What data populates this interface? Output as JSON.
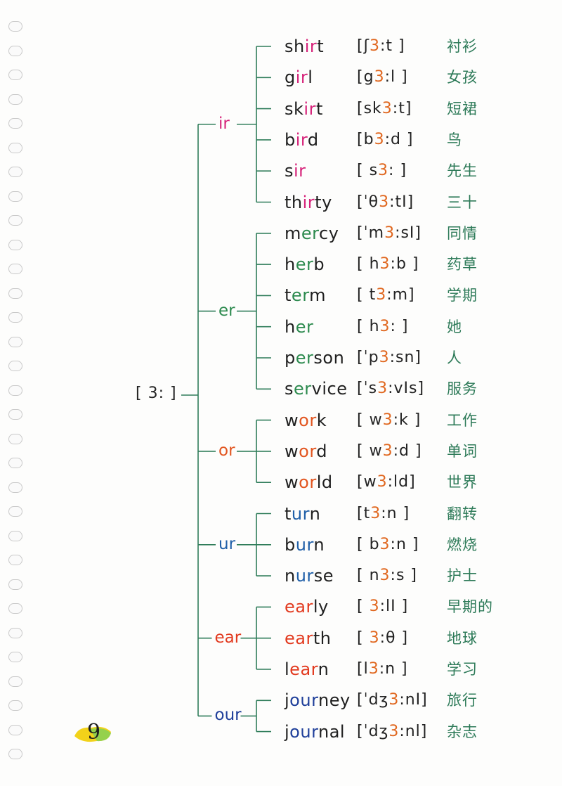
{
  "root_label": "[ 3: ]",
  "groups": [
    {
      "label": "ir",
      "color": "#d6237a",
      "rows": [
        {
          "pre": "sh",
          "hl": "ir",
          "post": "t",
          "ph": "[ʃ3:t ]",
          "cn": "衬衫"
        },
        {
          "pre": "g",
          "hl": "ir",
          "post": "l",
          "ph": "[g3:l ]",
          "cn": "女孩"
        },
        {
          "pre": "sk",
          "hl": "ir",
          "post": "t",
          "ph": "[sk3:t]",
          "cn": "短裙"
        },
        {
          "pre": "b",
          "hl": "ir",
          "post": "d",
          "ph": "[b3:d ]",
          "cn": "鸟"
        },
        {
          "pre": "s",
          "hl": "ir",
          "post": "",
          "ph": "[ s3: ]",
          "cn": "先生"
        },
        {
          "pre": "th",
          "hl": "ir",
          "post": "ty",
          "ph": "[ˈθ3:tI]",
          "cn": "三十"
        }
      ]
    },
    {
      "label": "er",
      "color": "#2c8a4e",
      "rows": [
        {
          "pre": "m",
          "hl": "er",
          "post": "cy",
          "ph": "[ˈm3:sI]",
          "cn": "同情"
        },
        {
          "pre": "h",
          "hl": "er",
          "post": "b",
          "ph": "[ h3:b ]",
          "cn": "药草"
        },
        {
          "pre": "t",
          "hl": "er",
          "post": "m",
          "ph": "[ t3:m]",
          "cn": "学期"
        },
        {
          "pre": "h",
          "hl": "er",
          "post": "",
          "ph": "[ h3: ]",
          "cn": "她"
        },
        {
          "pre": "p",
          "hl": "er",
          "post": "son",
          "ph": "[ˈp3:sn]",
          "cn": "人"
        },
        {
          "pre": "s",
          "hl": "er",
          "post": "vice",
          "ph": "[ˈs3:vIs]",
          "cn": "服务"
        }
      ]
    },
    {
      "label": "or",
      "color": "#e2551f",
      "rows": [
        {
          "pre": "w",
          "hl": "or",
          "post": "k",
          "ph": "[ w3:k ]",
          "cn": "工作"
        },
        {
          "pre": "w",
          "hl": "or",
          "post": "d",
          "ph": "[ w3:d ]",
          "cn": "单词"
        },
        {
          "pre": "w",
          "hl": "or",
          "post": "ld",
          "ph": "[w3:ld]",
          "cn": "世界"
        }
      ]
    },
    {
      "label": "ur",
      "color": "#1f5fa8",
      "rows": [
        {
          "pre": "t",
          "hl": "ur",
          "post": "n",
          "ph": "[t3:n ]",
          "cn": "翻转"
        },
        {
          "pre": "b",
          "hl": "ur",
          "post": "n",
          "ph": "[ b3:n ]",
          "cn": "燃烧"
        },
        {
          "pre": "n",
          "hl": "ur",
          "post": "se",
          "ph": "[ n3:s ]",
          "cn": "护士"
        }
      ]
    },
    {
      "label": "ear",
      "color": "#e23a1f",
      "rows": [
        {
          "pre": "",
          "hl": "ear",
          "post": "ly",
          "ph": "[ 3:lI ]",
          "cn": "早期的"
        },
        {
          "pre": "",
          "hl": "ear",
          "post": "th",
          "ph": "[ 3:θ ]",
          "cn": "地球"
        },
        {
          "pre": "l",
          "hl": "ear",
          "post": "n",
          "ph": "[l3:n ]",
          "cn": "学习"
        }
      ]
    },
    {
      "label": "our",
      "color": "#1f3f9a",
      "rows": [
        {
          "pre": "j",
          "hl": "our",
          "post": "ney",
          "ph": "[ˈdʒ3:nI]",
          "cn": "旅行"
        },
        {
          "pre": "j",
          "hl": "our",
          "post": "nal",
          "ph": "[ˈdʒ3:nl]",
          "cn": "杂志"
        }
      ]
    }
  ],
  "page_number": "9",
  "colors": {
    "tree_line": "#2f7d5a",
    "phonetic_three": "#e0671f",
    "page_number_highlight": "#f2d21a",
    "page_number_green": "#8fd14f"
  }
}
